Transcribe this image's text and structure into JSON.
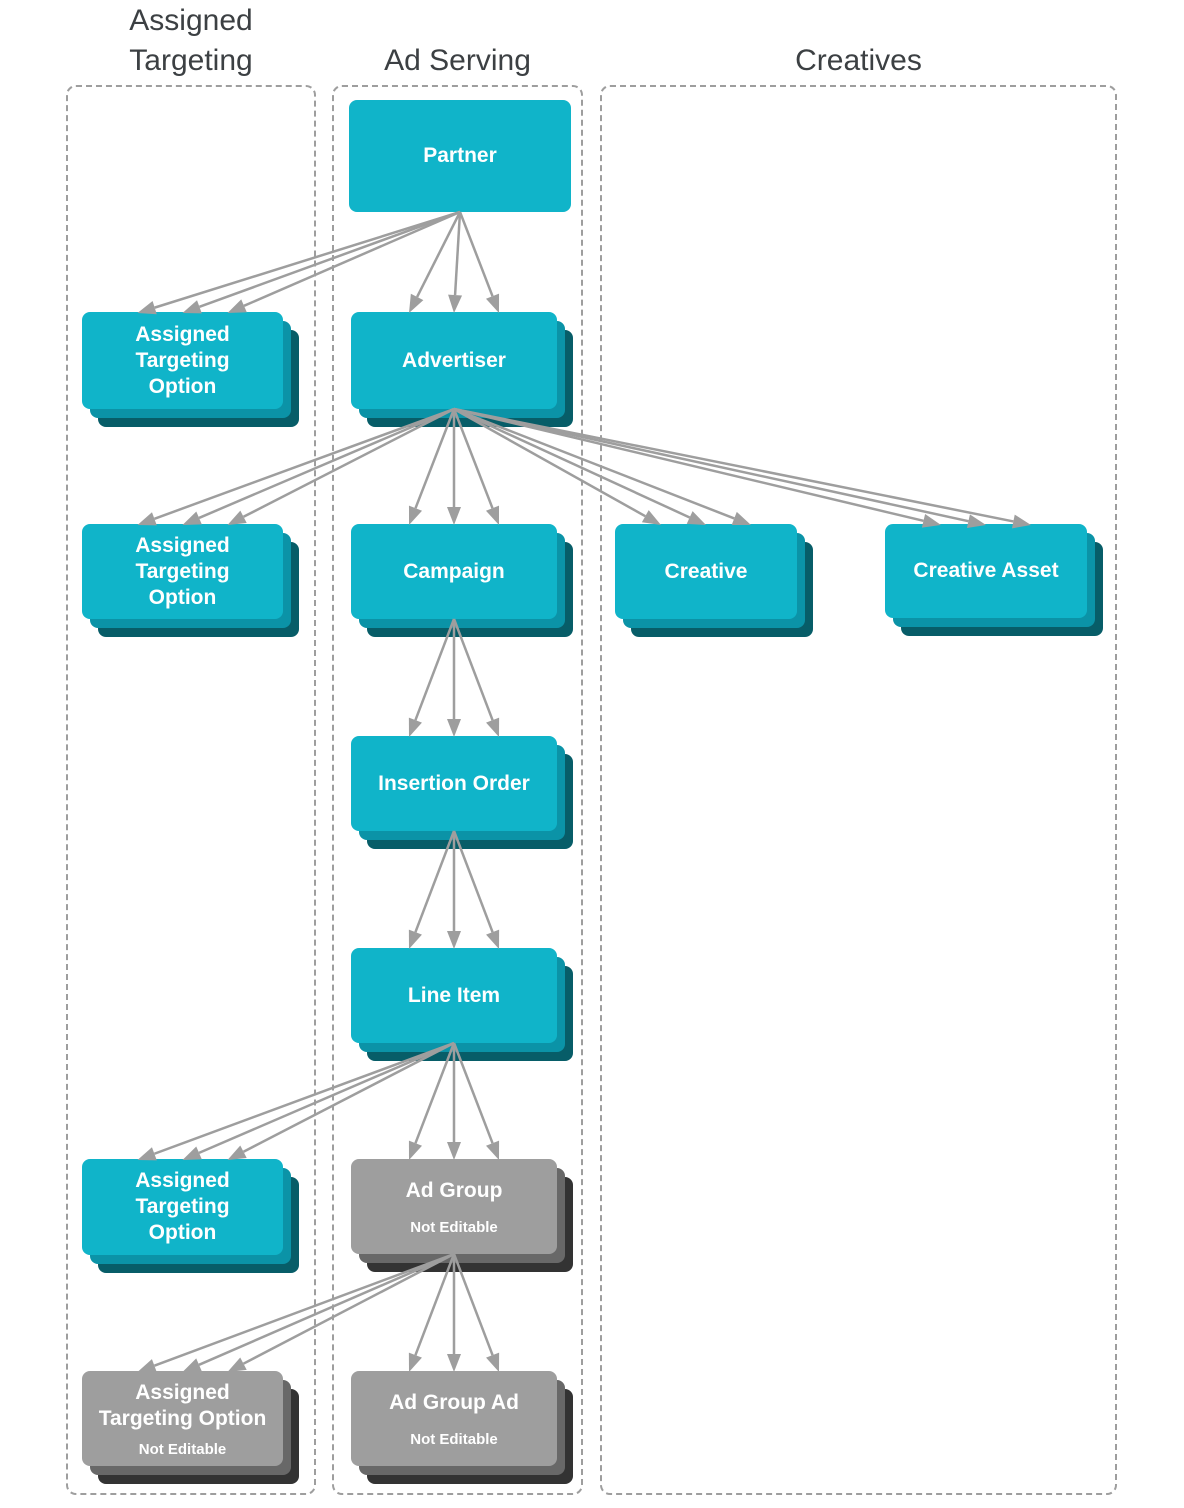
{
  "diagram_title": "",
  "columns": [
    {
      "id": "assigned_targeting",
      "title": "Assigned\nTargeting"
    },
    {
      "id": "ad_serving",
      "title": "Ad Serving"
    },
    {
      "id": "creatives",
      "title": "Creatives"
    }
  ],
  "nodes": [
    {
      "id": "partner",
      "label": "Partner",
      "column": "ad_serving",
      "editable": true
    },
    {
      "id": "ato1",
      "label": "Assigned\nTargeting\nOption",
      "column": "assigned_targeting",
      "editable": true
    },
    {
      "id": "advertiser",
      "label": "Advertiser",
      "column": "ad_serving",
      "editable": true
    },
    {
      "id": "ato2",
      "label": "Assigned\nTargeting\nOption",
      "column": "assigned_targeting",
      "editable": true
    },
    {
      "id": "campaign",
      "label": "Campaign",
      "column": "ad_serving",
      "editable": true
    },
    {
      "id": "creative",
      "label": "Creative",
      "column": "creatives",
      "editable": true
    },
    {
      "id": "creative_asset",
      "label": "Creative Asset",
      "column": "creatives",
      "editable": true
    },
    {
      "id": "insertion_order",
      "label": "Insertion Order",
      "column": "ad_serving",
      "editable": true
    },
    {
      "id": "line_item",
      "label": "Line Item",
      "column": "ad_serving",
      "editable": true
    },
    {
      "id": "ato3",
      "label": "Assigned\nTargeting\nOption",
      "column": "assigned_targeting",
      "editable": true
    },
    {
      "id": "ad_group",
      "label": "Ad Group",
      "sublabel": "Not Editable",
      "column": "ad_serving",
      "editable": false
    },
    {
      "id": "ato_ne",
      "label": "Assigned\nTargeting Option",
      "sublabel": "Not Editable",
      "column": "assigned_targeting",
      "editable": false
    },
    {
      "id": "ad_group_ad",
      "label": "Ad Group Ad",
      "sublabel": "Not Editable",
      "column": "ad_serving",
      "editable": false
    }
  ],
  "edges": [
    {
      "from": "partner",
      "to": "ato1"
    },
    {
      "from": "partner",
      "to": "advertiser"
    },
    {
      "from": "advertiser",
      "to": "ato2"
    },
    {
      "from": "advertiser",
      "to": "campaign"
    },
    {
      "from": "advertiser",
      "to": "creative"
    },
    {
      "from": "advertiser",
      "to": "creative_asset"
    },
    {
      "from": "campaign",
      "to": "insertion_order"
    },
    {
      "from": "insertion_order",
      "to": "line_item"
    },
    {
      "from": "line_item",
      "to": "ato3"
    },
    {
      "from": "line_item",
      "to": "ad_group"
    },
    {
      "from": "ad_group",
      "to": "ato_ne"
    },
    {
      "from": "ad_group",
      "to": "ad_group_ad"
    }
  ],
  "colors": {
    "entity_fill": "#10b4c9",
    "entity_shadow1": "#0b93a7",
    "entity_shadow2": "#075d68",
    "not_editable_fill": "#9e9e9e",
    "not_editable_shadow1": "#686868",
    "not_editable_shadow2": "#333333",
    "arrow": "#9e9e9e",
    "dashed_border": "#9e9e9e",
    "column_title_text": "#3c4043",
    "node_label_text": "#ffffff",
    "background": "#ffffff"
  }
}
